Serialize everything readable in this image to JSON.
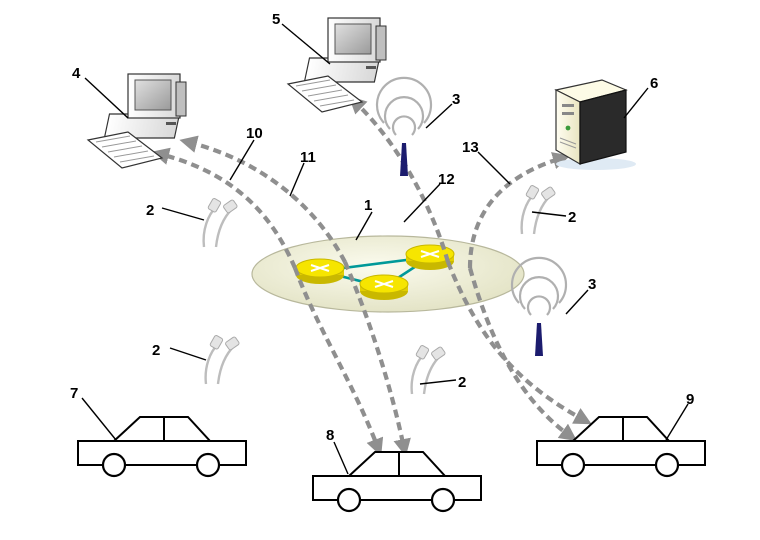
{
  "diagram": {
    "labels": {
      "core_network": "1",
      "plug_top_left": "2",
      "plug_top_right": "2",
      "plug_mid_left": "2",
      "plug_mid_right": "2",
      "antenna_top": "3",
      "antenna_right": "3",
      "computer_left": "4",
      "computer_top": "5",
      "server": "6",
      "car_left": "7",
      "car_middle": "8",
      "car_right": "9",
      "flow_10": "10",
      "flow_11": "11",
      "link_12": "12",
      "flow_13": "13"
    },
    "colors": {
      "ellipse_fill": "#eeeed6",
      "router_fill": "#f6e500",
      "link_color": "#009999",
      "flow_color": "#8f8f8f",
      "antenna_color": "#1c1c6e"
    }
  }
}
